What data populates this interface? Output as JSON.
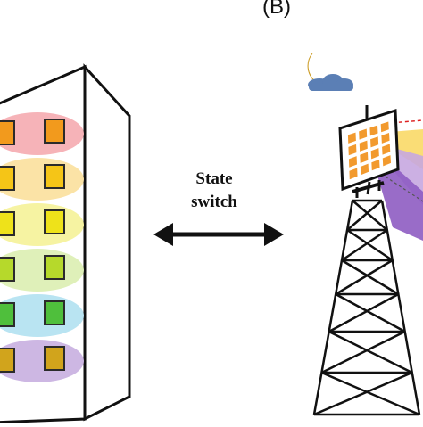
{
  "panel_label": "(B)",
  "switch_label": {
    "line1": "State",
    "line2": "switch"
  },
  "colors": {
    "stroke": "#111111",
    "moon": "#f4c542",
    "cloud": "#5b7fb5",
    "window_orange": "#f29a2e",
    "window_border": "#2b2b2b"
  },
  "building_rows": [
    {
      "halo": "#f6b3b8",
      "window": "#f29a1d"
    },
    {
      "halo": "#fbe3a6",
      "window": "#f5c517"
    },
    {
      "halo": "#f6f3a2",
      "window": "#eee21a"
    },
    {
      "halo": "#dff0b9",
      "window": "#b6d92b"
    },
    {
      "halo": "#b9e4f2",
      "window": "#4fbf3c"
    },
    {
      "halo": "#cdb7e3",
      "window": "#d1a41c"
    }
  ],
  "beams": [
    {
      "color": "#f9d967"
    },
    {
      "color": "#c6a7e0"
    },
    {
      "color": "#8e5cc2"
    }
  ]
}
